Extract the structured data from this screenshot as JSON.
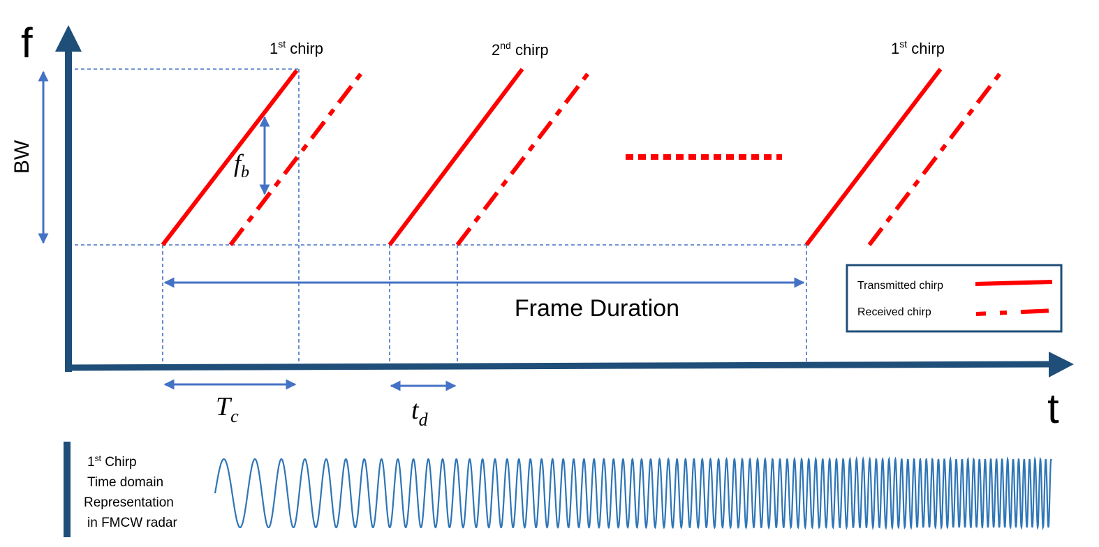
{
  "axes": {
    "y_label": "f",
    "x_label": "t",
    "bw_label": "BW"
  },
  "chirps": [
    {
      "base": "1",
      "sup": "st",
      "rest": " chirp"
    },
    {
      "base": "2",
      "sup": "nd",
      "rest": " chirp"
    },
    {
      "base": "1",
      "sup": "st",
      "rest": " chirp"
    }
  ],
  "annotations": {
    "fb_main": "f",
    "fb_sub": "b",
    "tc_main": "T",
    "tc_sub": "c",
    "td_main": "t",
    "td_sub": "d",
    "frame_duration": "Frame Duration"
  },
  "legend": {
    "transmitted": "Transmitted chirp",
    "received": "Received  chirp"
  },
  "bottom_caption": {
    "line1_base": "1",
    "line1_sup": "st",
    "line1_rest": " Chirp",
    "line2": "Time domain",
    "line3": " Representation",
    "line4": "in FMCW radar"
  },
  "colors": {
    "axis": "#1f4e79",
    "guide": "#4472c4",
    "chirp": "#ff0000",
    "wave": "#2e75b6"
  }
}
